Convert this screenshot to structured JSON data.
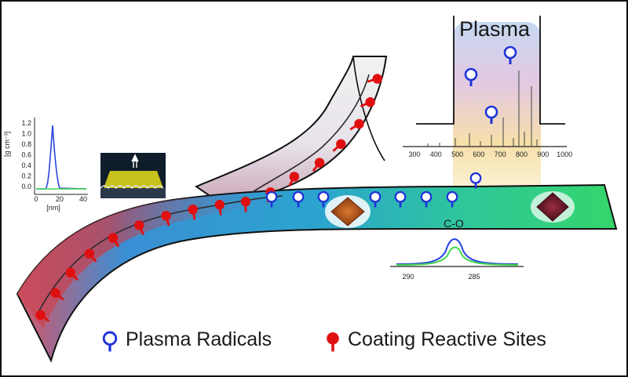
{
  "plasma_label": "Plasma",
  "mass_spectrum": {
    "ticks": [
      "300",
      "400",
      "500",
      "600",
      "700",
      "800",
      "900",
      "1000"
    ]
  },
  "xps": {
    "peak_label": "C-O",
    "ticks": [
      "290",
      "285"
    ]
  },
  "depth_profile": {
    "ylabel": "[g cm⁻³]",
    "xlabel": "[nm]",
    "yticks": [
      "1.2",
      "1.0",
      "0.8",
      "0.6",
      "0.4",
      "0.2",
      "0.0"
    ],
    "xticks": [
      "0",
      "20",
      "40"
    ]
  },
  "legend": {
    "radicals": "Plasma Radicals",
    "reactive_sites": "Coating Reactive Sites"
  },
  "colors": {
    "radical": "#1f33d9",
    "reactive_site": "#e01010",
    "strip_start": "#d64d5c",
    "strip_mid": "#2e9ad6",
    "strip_end": "#2ed66b"
  }
}
